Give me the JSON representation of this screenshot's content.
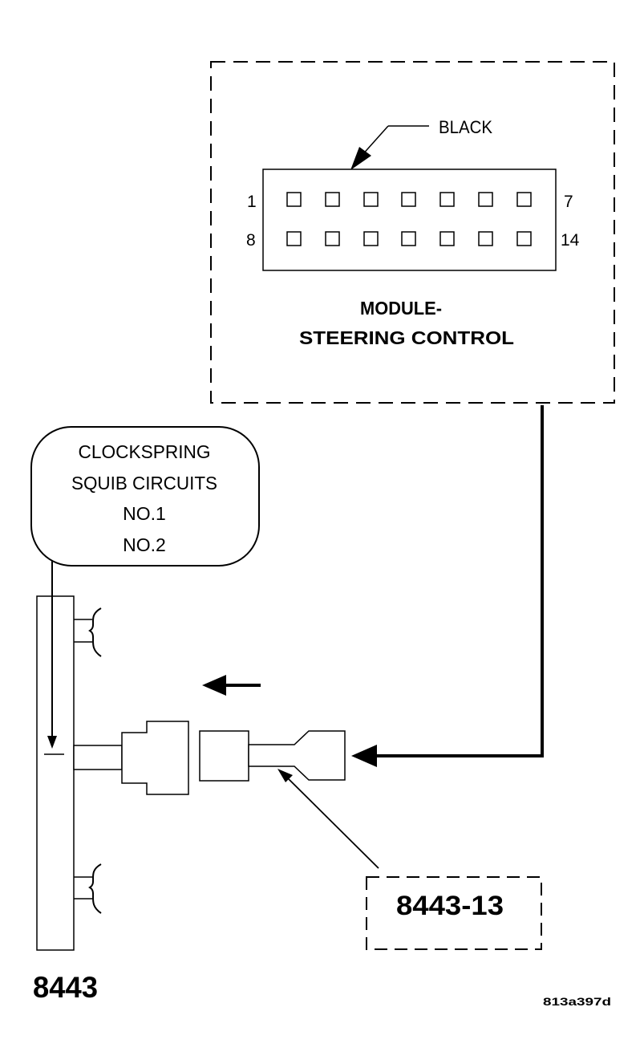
{
  "connector": {
    "color_label": "BLACK",
    "pin_labels": {
      "top_left": "1",
      "top_right": "7",
      "bottom_left": "8",
      "bottom_right": "14"
    }
  },
  "module": {
    "line1": "MODULE-",
    "line2": "STEERING CONTROL"
  },
  "clockspring": {
    "line1": "CLOCKSPRING",
    "line2": "SQUIB CIRCUITS",
    "line3": "NO.1",
    "line4": "NO.2"
  },
  "tool_adapter": {
    "label": "8443-13"
  },
  "tool": {
    "label": "8443"
  },
  "figure_id": "813a397d"
}
